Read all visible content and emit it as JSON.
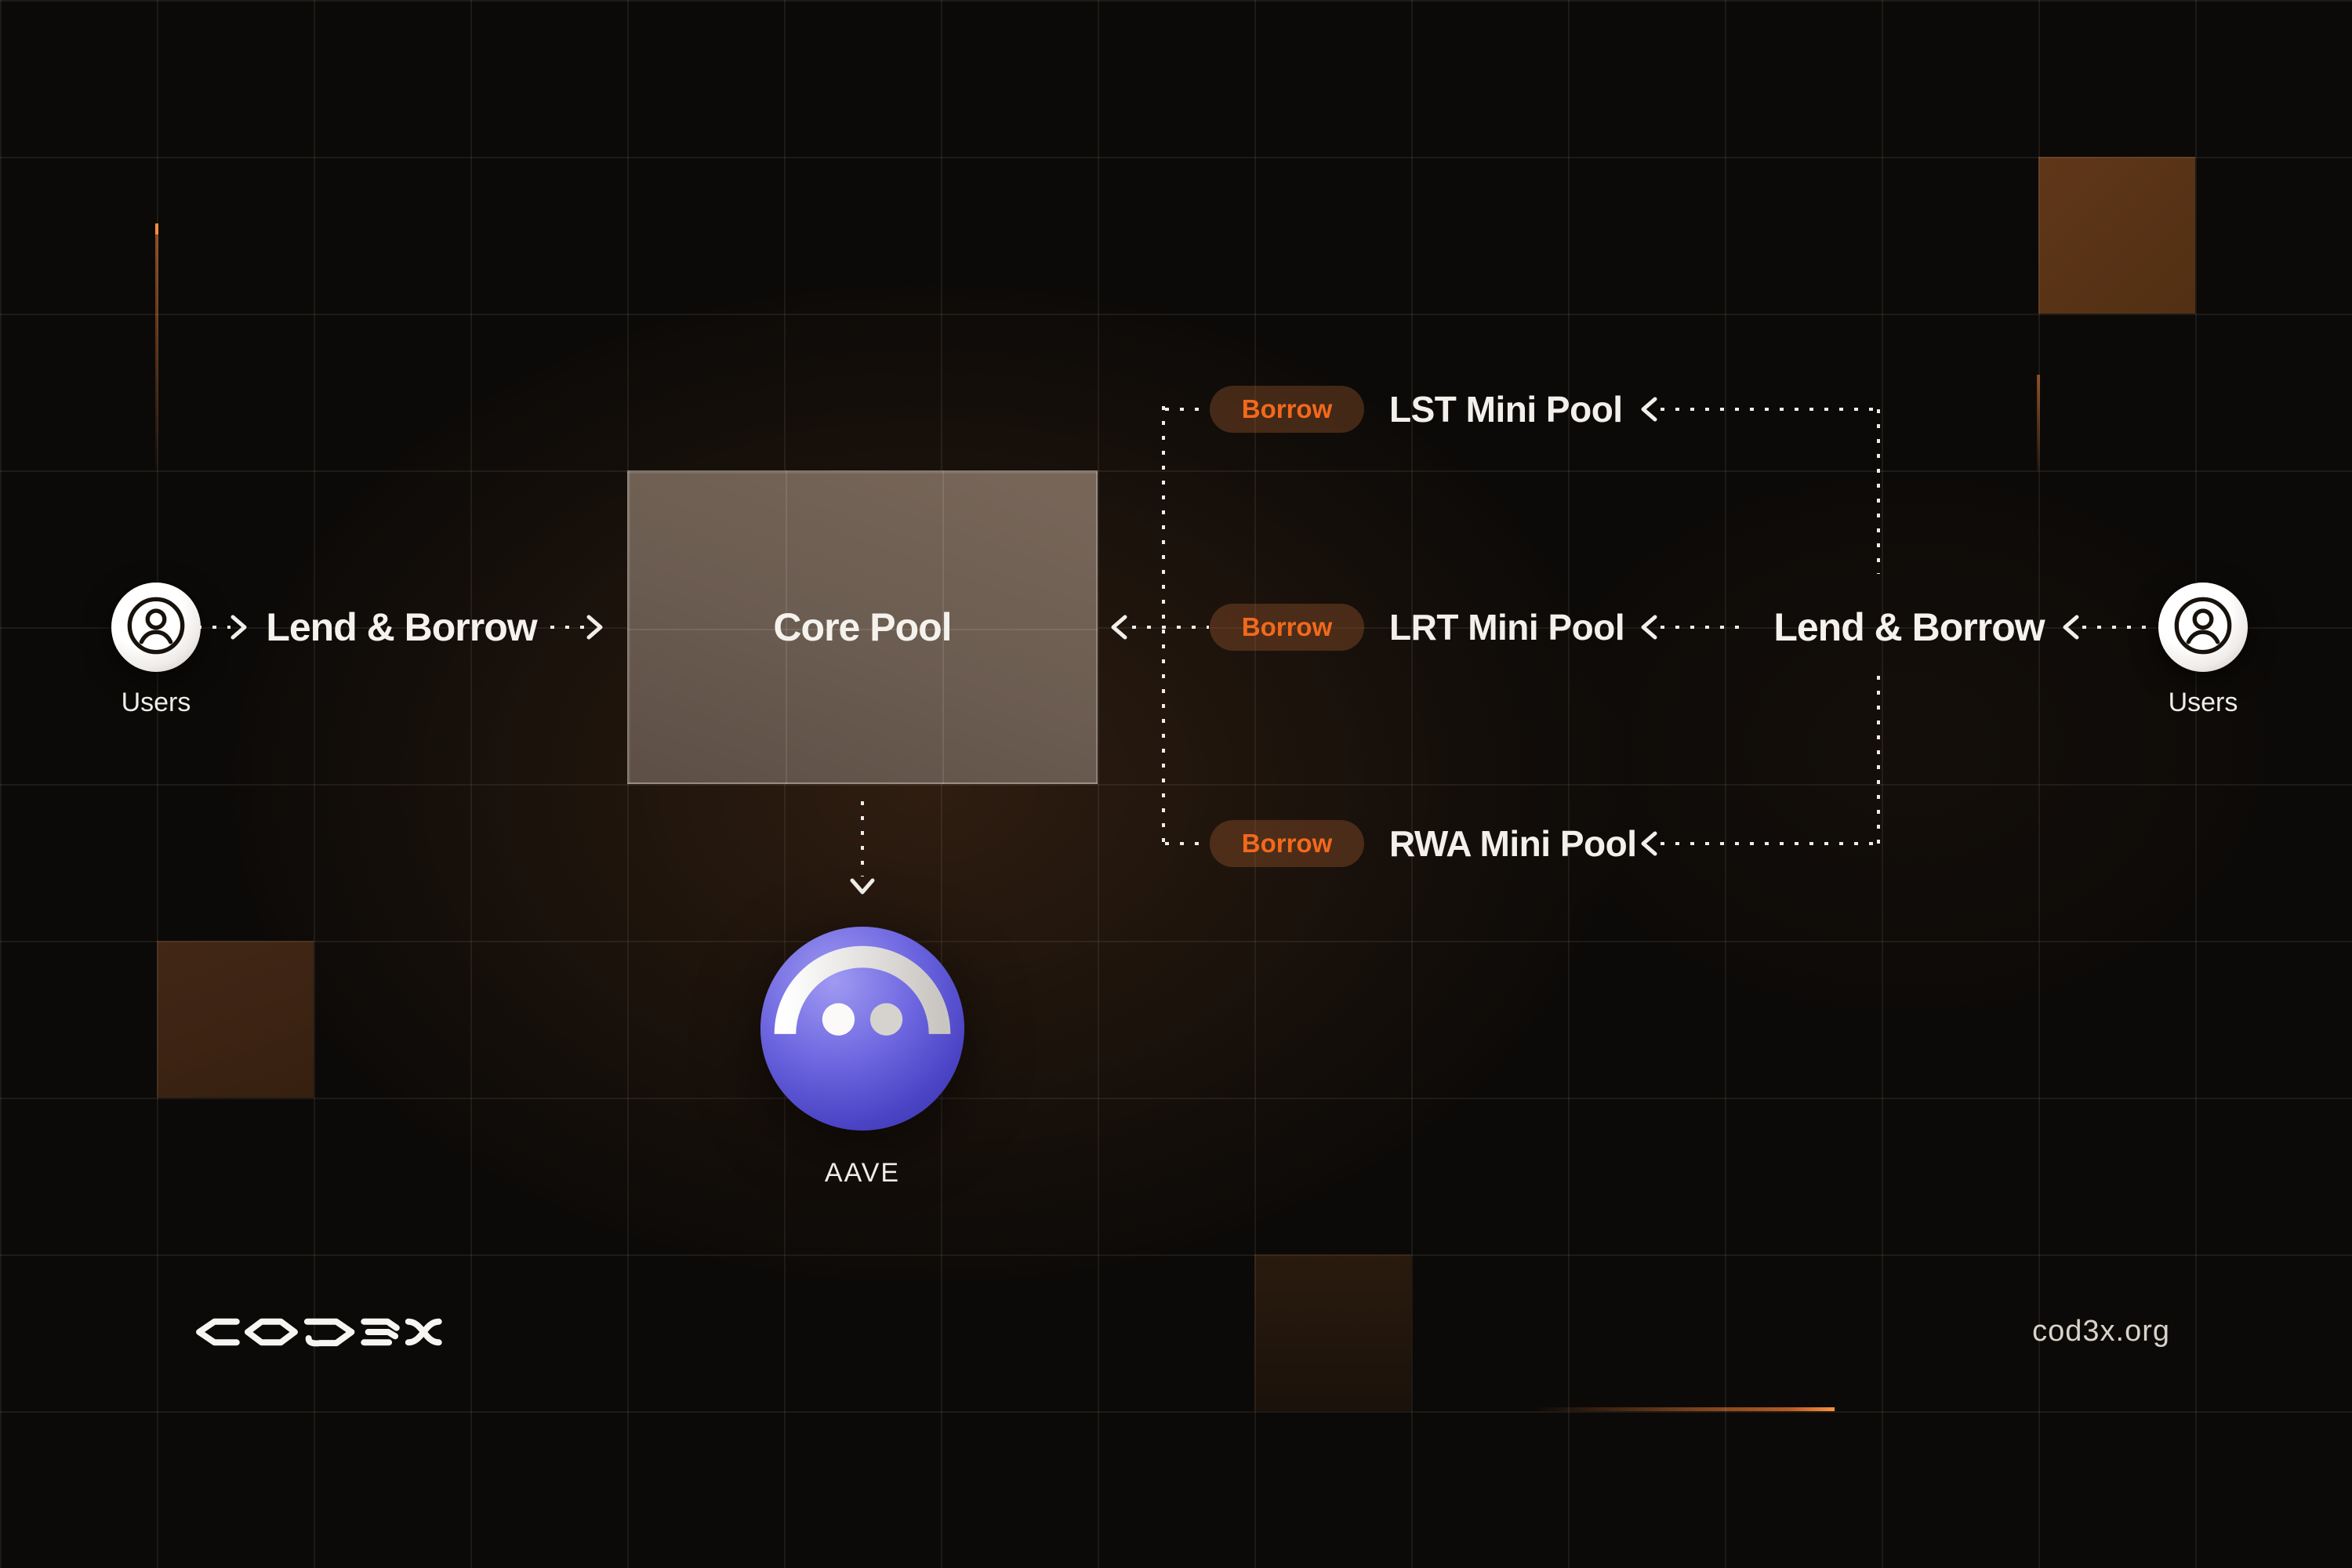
{
  "diagram": {
    "left_user": {
      "label": "Users"
    },
    "left_flow_label": "Lend & Borrow",
    "core_pool": {
      "label": "Core Pool"
    },
    "aave": {
      "label": "AAVE"
    },
    "pools": [
      {
        "badge": "Borrow",
        "label": "LST Mini Pool"
      },
      {
        "badge": "Borrow",
        "label": "LRT Mini Pool"
      },
      {
        "badge": "Borrow",
        "label": "RWA Mini Pool"
      }
    ],
    "right_flow_label": "Lend & Borrow",
    "right_user": {
      "label": "Users"
    }
  },
  "footer": {
    "brand": "COD3X",
    "site": "cod3x.org"
  },
  "icons": {
    "left_user": "user-circle-icon",
    "right_user": "user-circle-icon",
    "aave": "aave-ghost-logo",
    "arrows": "dotted-arrow"
  },
  "colors": {
    "background": "#0c0a08",
    "accent_orange": "#f2691c",
    "badge_background": "#4a2e1d",
    "core_pool_fill": "#6b5c51",
    "aave_purple": "#5a54d6",
    "dotted_line": "#efece8",
    "accent_square_bright": "#5d3419",
    "accent_square_mid": "#3f2514",
    "accent_square_dim": "#33200f"
  }
}
